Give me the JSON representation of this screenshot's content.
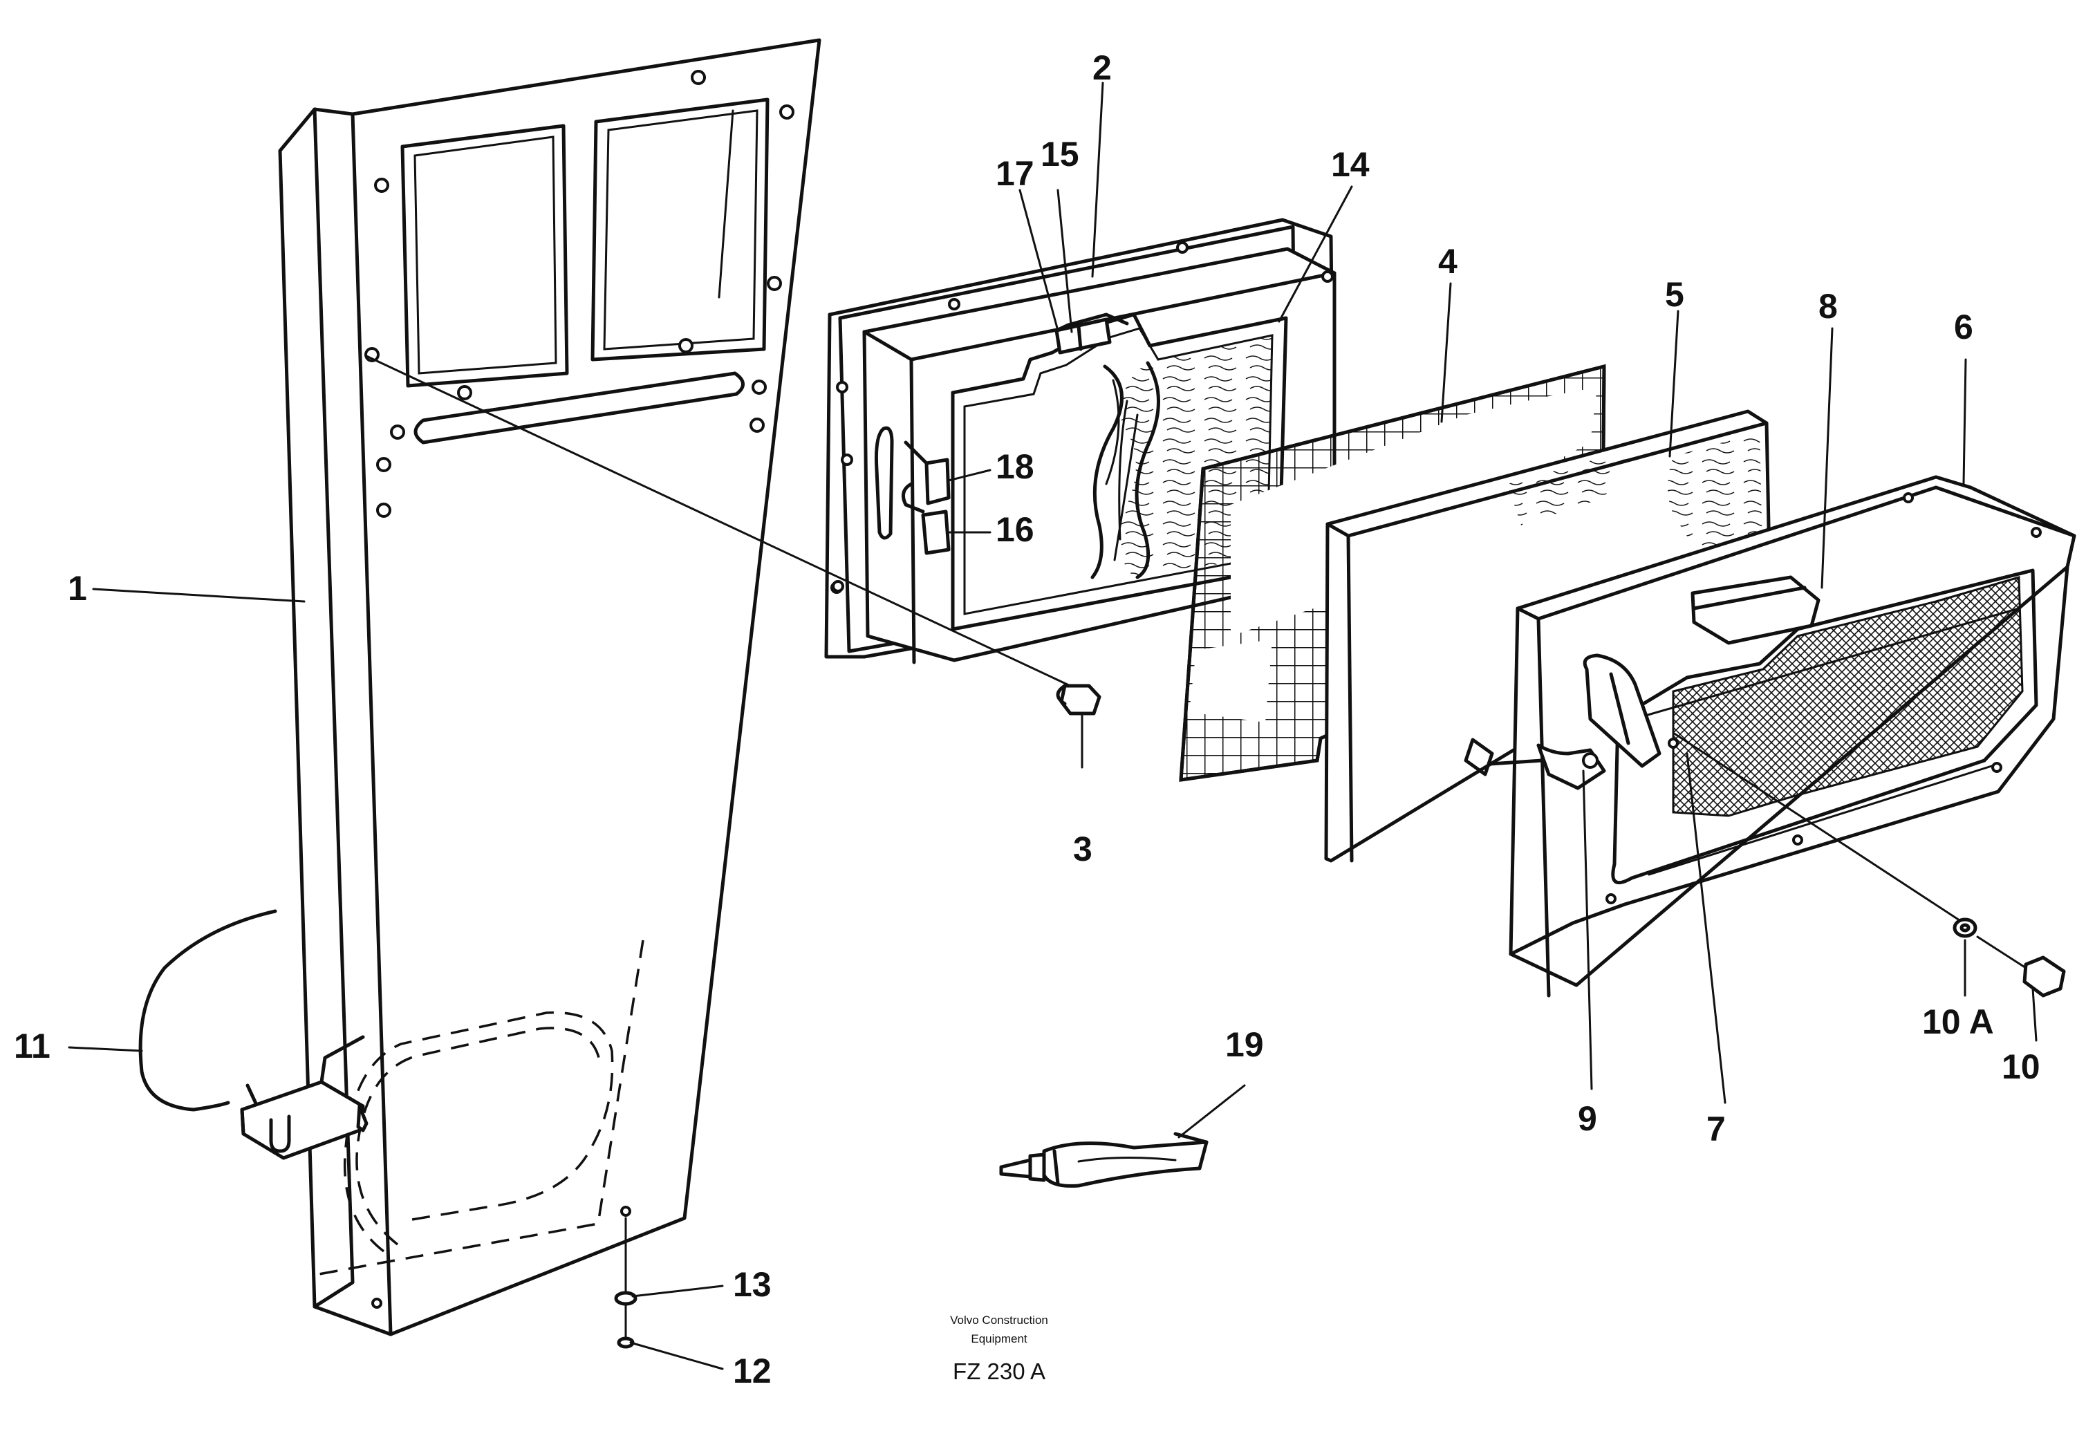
{
  "credit": {
    "line1": "Volvo Construction",
    "line2": "Equipment",
    "code": "FZ 230 A"
  },
  "callouts": {
    "c1": "1",
    "c2": "2",
    "c3": "3",
    "c4": "4",
    "c5": "5",
    "c6": "6",
    "c7": "7",
    "c8": "8",
    "c9": "9",
    "c10": "10",
    "c10a": "10 A",
    "c11": "11",
    "c12": "12",
    "c13": "13",
    "c14": "14",
    "c15": "15",
    "c16": "16",
    "c17": "17",
    "c18": "18",
    "c19": "19"
  }
}
